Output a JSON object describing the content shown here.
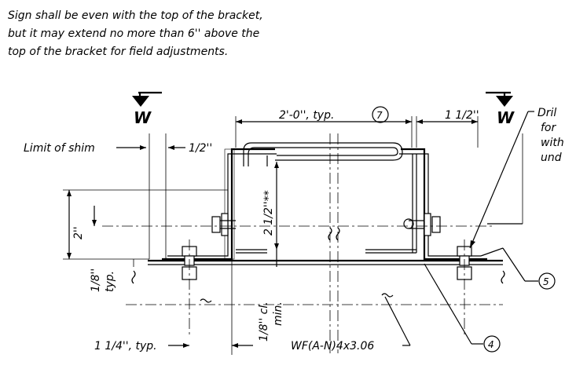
{
  "note": {
    "lines": [
      "Sign shall be even with the top of the bracket,",
      "but it may extend no more than 6'' above the",
      "top of the bracket for field adjustments."
    ]
  },
  "section_marks": {
    "left": "W",
    "right": "W"
  },
  "labels": {
    "limit_of_shim": "Limit of shim",
    "half_inch": "1/2''",
    "two_ft_typ": "2'-0'', typ.",
    "one_half": "1 1/2''",
    "drill_lines": [
      "Dril",
      "for",
      "with",
      "und"
    ],
    "two_inch": "2''",
    "two_half_star": "2 1/2''**",
    "one_eighth_typ_top": "1/8''",
    "one_eighth_typ_bottom": "typ.",
    "one_eighth_cl_top": "1/8'' cl.",
    "one_eighth_cl_bottom": "min.",
    "one_quarter_typ": "1 1/4'', typ.",
    "wf_label": "WF(A-N)4x3.06"
  },
  "callouts": {
    "seven": "7",
    "five": "5",
    "four": "4"
  }
}
